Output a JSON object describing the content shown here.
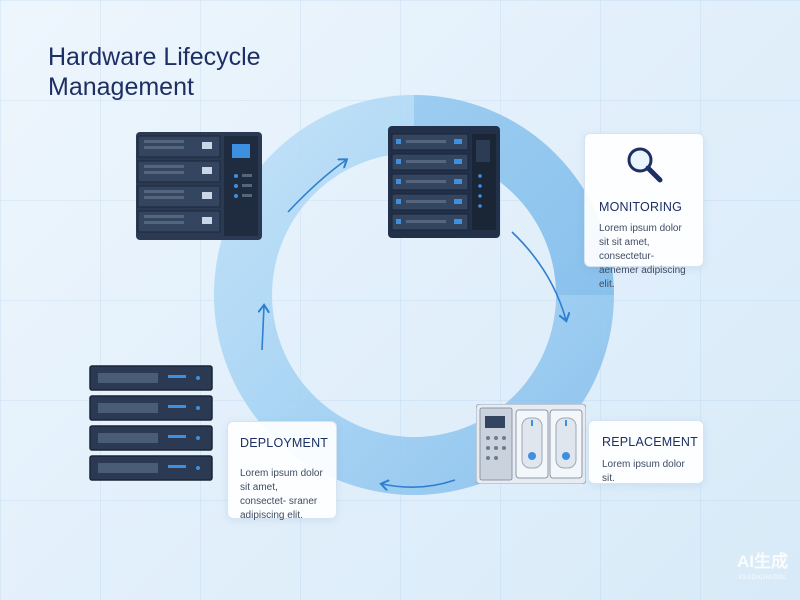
{
  "title": {
    "line1": "Hardware Lifecycle",
    "line2": "Management"
  },
  "cards": {
    "monitoring": {
      "heading": "MONITORING",
      "body": "Lorem ipsum dolor sit sit amet, consectetur- aenemer adipiscing elit.",
      "icon": "magnifier-icon"
    },
    "deployment": {
      "heading": "DEPLOYMENT",
      "body": "Lorem ipsum dolor sit amet, consectet- sraner adipiscing elit."
    },
    "replacement": {
      "heading": "REPLACEMENT",
      "body": "Lorem ipsum dolor sit."
    }
  },
  "watermark": {
    "main": "AI生成",
    "sub": "XSSDADMIDDL"
  },
  "colors": {
    "title": "#1d2f63",
    "ring": "#8cc3ef",
    "arrow": "#2f7fd0",
    "server_body": "#2b3a52",
    "server_accent": "#3d8fe0"
  },
  "icons": [
    "rack-server-icon",
    "tower-server-icon",
    "blade-server-icon",
    "drive-enclosure-icon",
    "cycle-arrow-icon"
  ]
}
